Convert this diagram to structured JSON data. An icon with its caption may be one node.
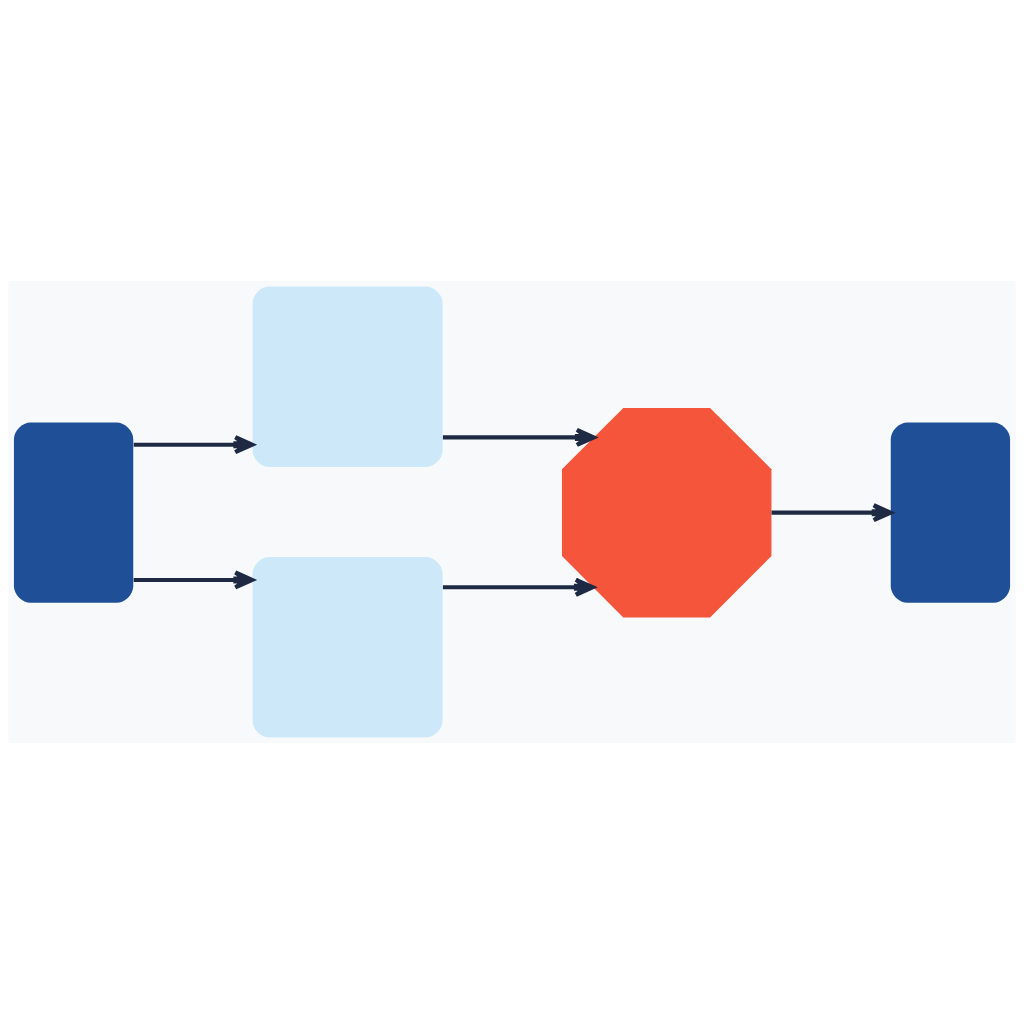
{
  "diagram": {
    "nodes": [
      {
        "text": [],
        "shape": "box"
      },
      {
        "text": [],
        "shape": "box"
      },
      {
        "text": [],
        "shape": "box"
      },
      {
        "text": [],
        "shape": "octagon"
      },
      {
        "text": [],
        "shape": "box"
      }
    ],
    "edges": [
      {
        "from": 0,
        "to": 1,
        "arrow": "to"
      },
      {
        "from": 0,
        "to": 2,
        "arrow": "to"
      },
      {
        "from": 1,
        "to": 3,
        "arrow": "to"
      },
      {
        "from": 2,
        "to": 3,
        "arrow": "to"
      },
      {
        "from": 3,
        "to": 4,
        "arrow": "to"
      }
    ]
  }
}
